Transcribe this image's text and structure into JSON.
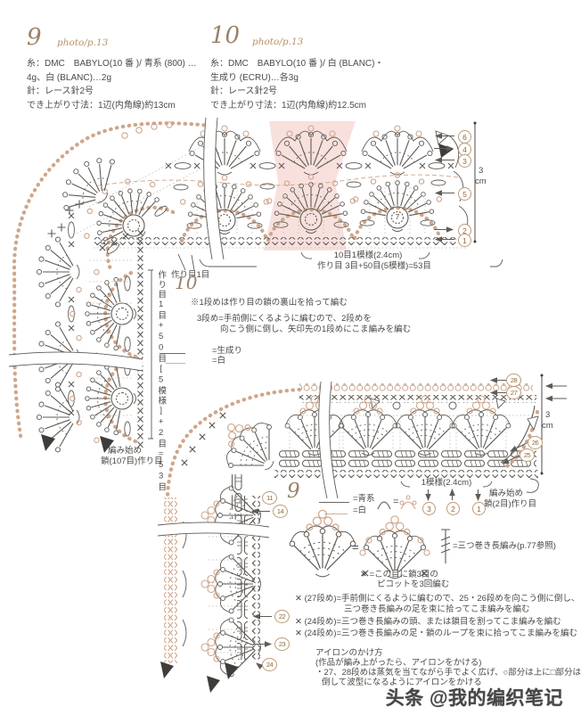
{
  "page": {
    "watermark": "头条 @我的编织笔记"
  },
  "patterns": {
    "p9": {
      "number": "9",
      "photo": "photo/p.13",
      "materials": [
        "糸：DMC　BABYLO(10 番 )/ 青系 (800) …",
        "4g、白 (BLANC)…2g",
        "針：レース針2号",
        "でき上がり寸法：1辺(内角線)約13cm"
      ]
    },
    "p10": {
      "number": "10",
      "photo": "photo/p.13",
      "materials": [
        "糸：DMC　BABYLO(10 番 )/ 白 (BLANC)・",
        "生成り (ECRU)…各3g",
        "針：レース針2号",
        "でき上がり寸法：1辺(内角線)約12.5cm"
      ]
    }
  },
  "chart10": {
    "section_label": "10",
    "motif_label": "10目1模様(2.4cm)",
    "foundation_label": "作り目 3目+50目(5模様)=53目",
    "cast_on_label": "作り目1目",
    "vertical_label": "作り目1目+50目[5模様]+2目=53目",
    "start_label_1": "編み始め",
    "start_label_2": "鎖(107目)作り目",
    "shell_count": "7",
    "measure_value": "3",
    "measure_unit": "cm",
    "row_markers": [
      "6",
      "4",
      "3",
      "5",
      "2",
      "1"
    ],
    "note_1": "※1段めは作り目の鎖の裏山を拾って編む",
    "note_2a": "3段め=手前側にくるように編むので、2段めを",
    "note_2b": "向こう側に倒し、矢印先の1段めにこま編みを編む",
    "legend": [
      {
        "label": "=生成り"
      },
      {
        "label": "=白"
      }
    ]
  },
  "chart9": {
    "section_label": "9",
    "motif_label": "1模様(2.4cm)",
    "start_label_1": "編み始め",
    "start_label_2": "鎖(2目)作り目",
    "measure_value": "3",
    "measure_unit": "cm",
    "right_markers": [
      "28",
      "27",
      "26",
      "25"
    ],
    "left_markers": [
      "11",
      "14",
      "22",
      "23",
      "24"
    ],
    "row_markers": [
      "3",
      "2",
      "1"
    ],
    "legend": [
      {
        "label": "=青系"
      },
      {
        "label": "=白"
      }
    ],
    "equals": "="
  },
  "symbols": {
    "equals": "=",
    "triple_treble": "=三つ巻き長編み(p.77参照)",
    "picot_note_1": "✕ =この目に鎖3目の",
    "picot_note_2": "ピコットを3回編む",
    "row_notes": [
      "✕ (27段め)=手前側にくるように編むので、25・26段めを向こう側に倒し、",
      "三つ巻き長編みの足を束に拾ってこま編みを編む",
      "✕ (24段め)=三つ巻き長編みの頭、または鎖目を割ってこま編みを編む",
      "✕ (24段め)=三つ巻き長編みの足・鎖のループを束に拾ってこま編みを編む"
    ],
    "iron_notes": [
      "アイロンのかけ方",
      "(作品が編み上がったら、アイロンをかける)",
      "・27、28段めは蒸気を当てながら手でよく広げ、○部分は上に□部分は",
      "倒して波型になるようにアイロンをかける"
    ]
  }
}
